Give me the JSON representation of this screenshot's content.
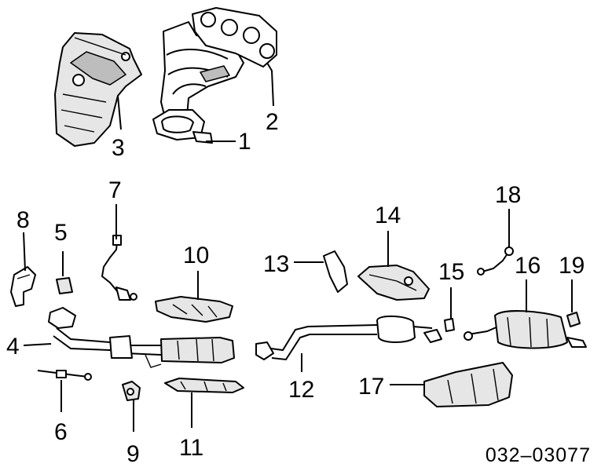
{
  "callouts": [
    "1",
    "2",
    "3",
    "4",
    "5",
    "6",
    "7",
    "8",
    "9",
    "10",
    "11",
    "12",
    "13",
    "14",
    "15",
    "16",
    "17",
    "18",
    "19"
  ],
  "diagram_code": "032–03077"
}
